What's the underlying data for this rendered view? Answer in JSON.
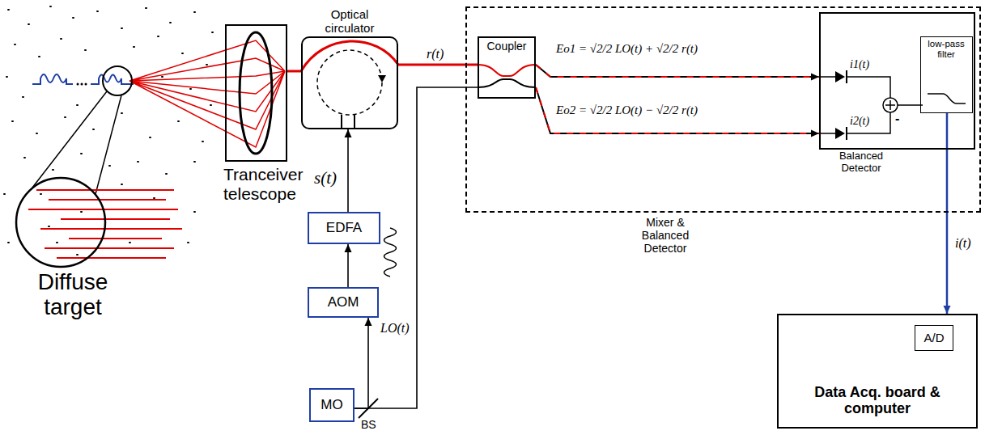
{
  "diagram": {
    "nodes": [
      {
        "text": [
          "Tranceiver telescope"
        ]
      },
      {
        "text": [
          "Optical circulator"
        ]
      },
      {
        "text": [
          "Mixer & Balanced Detector"
        ]
      },
      {
        "text": [
          "Coupler"
        ],
        "in": 2
      },
      {
        "text": [
          "Balanced Detector"
        ],
        "in": 2
      },
      {
        "text": [
          "low-pass filter"
        ],
        "in": 4
      },
      {
        "text": [
          "Data Acq. board & computer"
        ]
      },
      {
        "text": [
          "A/D"
        ],
        "in": 6
      },
      {
        "text": [
          "EDFA"
        ]
      },
      {
        "text": [
          "AOM"
        ]
      },
      {
        "text": [
          "MO"
        ]
      }
    ],
    "edges": [
      {
        "from": 0,
        "to": 1,
        "arrow": "none"
      },
      {
        "from": 1,
        "to": 3,
        "label": "r(t)",
        "arrow": "none"
      },
      {
        "from": 8,
        "to": 1,
        "label": "s(t)",
        "arrow": "to"
      },
      {
        "from": 9,
        "to": 8,
        "arrow": "to"
      },
      {
        "from": 10,
        "to": 9,
        "arrow": "to"
      },
      {
        "from": 10,
        "to": 3,
        "label": "LO(t)",
        "arrow": "none"
      },
      {
        "from": 3,
        "to": 4,
        "label": "Eo1 = √2/2 LO(t) + √2/2 r(t)",
        "arrow": "to"
      },
      {
        "from": 3,
        "to": 4,
        "label": "Eo2 = √2/2 LO(t) − √2/2 r(t)",
        "arrow": "to"
      },
      {
        "from": 5,
        "to": 6,
        "label": "i(t)",
        "arrow": "to"
      }
    ],
    "labels": [
      "Diffuse target",
      "BS",
      "i1(t)",
      "i2(t)",
      "-"
    ]
  }
}
